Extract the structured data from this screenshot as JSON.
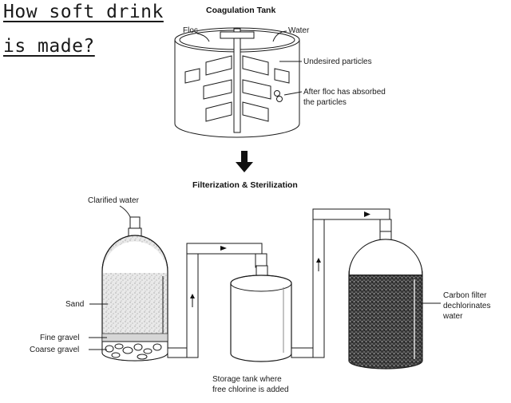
{
  "title": {
    "line1": "How soft drink",
    "line2": "is made?"
  },
  "coagulation": {
    "title": "Coagulation Tank",
    "floc": "Floc",
    "water": "Water",
    "undesired": "Undesired particles",
    "absorbed_line1": "After floc has absorbed",
    "absorbed_line2": "the particles"
  },
  "process_step": "Filterization & Sterilization",
  "sand_tank": {
    "clarified_water": "Clarified water",
    "sand": "Sand",
    "fine_gravel": "Fine gravel",
    "coarse_gravel": "Coarse gravel"
  },
  "storage_tank": {
    "line1": "Storage tank where",
    "line2": "free chlorine is added"
  },
  "carbon_tank": {
    "line1": "Carbon filter",
    "line2": "dechlorinates",
    "line3": "water"
  }
}
